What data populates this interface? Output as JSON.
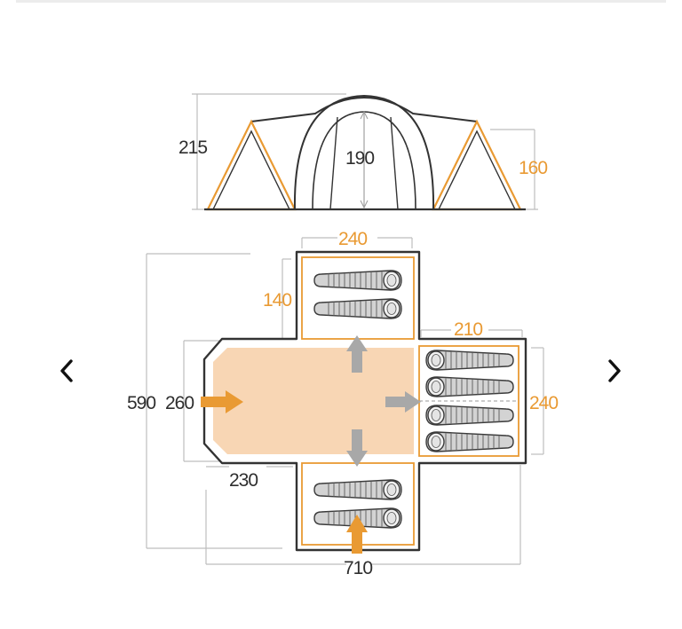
{
  "gallery": {
    "prev_icon": "chevron-left-icon",
    "next_icon": "chevron-right-icon"
  },
  "colors": {
    "outline": "#333333",
    "accent": "#e99a33",
    "floor": "#f8d6b4",
    "bag": "#d3d3d3",
    "arrow_grey": "#a8a8a8",
    "dim_line": "#bdbdbd"
  },
  "diagram": {
    "side_view": {
      "total_height": "215",
      "inner_height": "190",
      "end_height": "160"
    },
    "floor_plan": {
      "top_pod_width": "240",
      "top_pod_depth": "140",
      "right_pod_depth": "210",
      "right_pod_width": "240",
      "total_length": "590",
      "living_width": "260",
      "living_depth": "230",
      "total_width": "710"
    }
  }
}
